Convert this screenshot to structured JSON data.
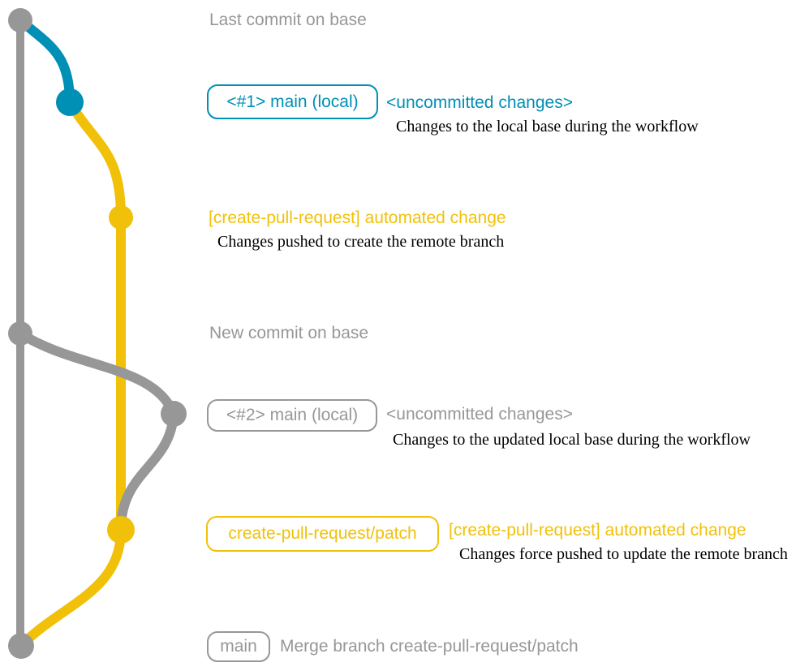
{
  "colors": {
    "gray": "#979797",
    "blue": "#008fb5",
    "yellow": "#f1c109",
    "text": "#000000",
    "background": "#ffffff"
  },
  "rows": {
    "last_commit": {
      "label": "Last commit on base"
    },
    "main_v1": {
      "badge": "<#1> main (local)",
      "note": "<uncommitted changes>",
      "description": "Changes to the local base during the workflow"
    },
    "patch_v1": {
      "message": "[create-pull-request] automated change",
      "description": "Changes pushed to create the remote branch"
    },
    "new_commit": {
      "label": "New commit on base"
    },
    "main_v2": {
      "badge": "<#2> main (local)",
      "note": "<uncommitted changes>",
      "description": "Changes to the updated local base during the workflow"
    },
    "patch_v2": {
      "badge": "create-pull-request/patch",
      "message": "[create-pull-request] automated change",
      "description": "Changes force pushed to update the remote branch"
    },
    "merge": {
      "badge": "main",
      "message": "Merge branch create-pull-request/patch"
    }
  }
}
